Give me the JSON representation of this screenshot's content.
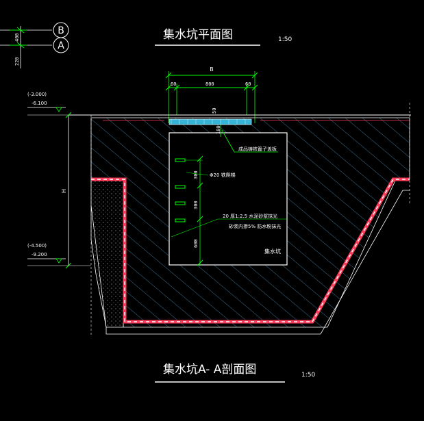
{
  "plan_title": "集水坑平面图",
  "plan_scale": "1:50",
  "section_title": "集水坑A- A剖面图",
  "section_scale": "1:50",
  "axis_labels": [
    "B",
    "A"
  ],
  "left_dims": [
    "400",
    "220"
  ],
  "top_dims": {
    "overall": "B",
    "left": "60",
    "middle": "800",
    "right": "60"
  },
  "level_top": {
    "upper": "(-3.000)",
    "lower": "-6.100"
  },
  "level_bottom": {
    "upper": "(-4.500)",
    "lower": "-9.200"
  },
  "height_label": "H",
  "cover_thickness": "50",
  "cover_offset": "100",
  "cover_note": "成品铸铁篦子盖板",
  "ladder_note": "Φ20 铁爬梯",
  "vertical_dims": [
    "300",
    "300",
    "600"
  ],
  "plaster_note_1": "20 厚1:2.5 水泥砂浆抹光",
  "plaster_note_2": "砂浆内掺5% 防水粉抹光",
  "pit_label": "集水坑",
  "colors": {
    "background": "#000000",
    "lines": "#ffffff",
    "green": "#00ff00",
    "hatch": "#5aa0c8",
    "membrane": "#ff3c5a",
    "cover": "#35b4d8"
  }
}
